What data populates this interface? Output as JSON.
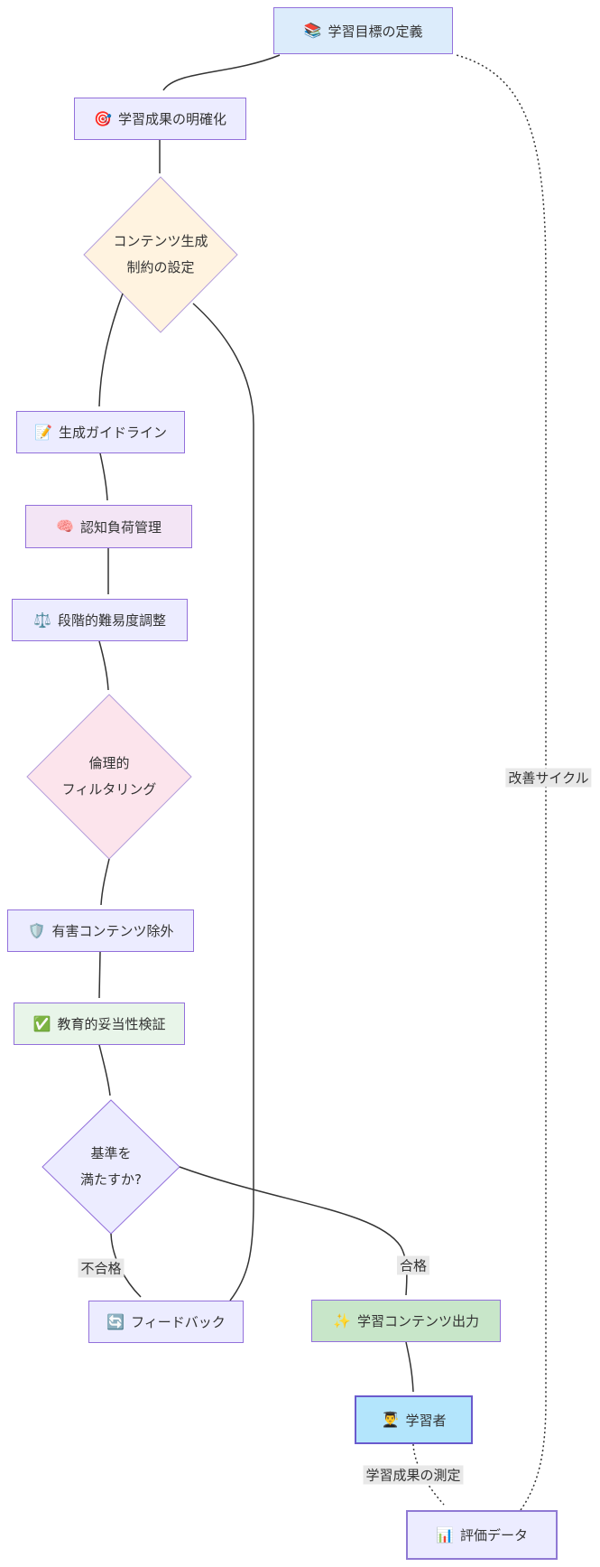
{
  "diagram": {
    "type": "flowchart",
    "direction": "top-down",
    "colors": {
      "edge": "#333333",
      "label_bg": "#e8e8e8",
      "default_fill": "#ececff",
      "default_stroke": "#9370db"
    },
    "nodes": {
      "define": {
        "icon": "📚",
        "label": "学習目標の定義",
        "fill": "#dcecfb",
        "stroke": "#9370db"
      },
      "clarify": {
        "icon": "🎯",
        "label": "学習成果の明確化",
        "fill": "#ececff",
        "stroke": "#9370db"
      },
      "constraint": {
        "line1": "コンテンツ生成",
        "line2": "制約の設定",
        "fill": "#fff3e0",
        "stroke": "#b39ddb"
      },
      "guideline": {
        "icon": "📝",
        "label": "生成ガイドライン",
        "fill": "#ececff",
        "stroke": "#9370db"
      },
      "cognitive": {
        "icon": "🧠",
        "label": "認知負荷管理",
        "fill": "#f3e5f5",
        "stroke": "#9370db"
      },
      "difficulty": {
        "icon": "⚖️",
        "label": "段階的難易度調整",
        "fill": "#ececff",
        "stroke": "#9370db"
      },
      "ethics": {
        "line1": "倫理的",
        "line2": "フィルタリング",
        "fill": "#fce4ec",
        "stroke": "#b39ddb"
      },
      "harmful": {
        "icon": "🛡️",
        "label": "有害コンテンツ除外",
        "fill": "#ececff",
        "stroke": "#9370db"
      },
      "validate": {
        "icon": "✅",
        "label": "教育的妥当性検証",
        "fill": "#e8f5e9",
        "stroke": "#9370db"
      },
      "criteria": {
        "line1": "基準を",
        "line2": "満たすか?",
        "fill": "#ececff",
        "stroke": "#9370db"
      },
      "feedback": {
        "icon": "🔄",
        "label": "フィードバック",
        "fill": "#ececff",
        "stroke": "#9370db"
      },
      "output": {
        "icon": "✨",
        "label": "学習コンテンツ出力",
        "fill": "#c8e6c9",
        "stroke": "#9370db"
      },
      "learner": {
        "icon": "👨‍🎓",
        "label": "学習者",
        "fill": "#b3e5fc",
        "stroke": "#6a5acd"
      },
      "evaldata": {
        "icon": "📊",
        "label": "評価データ",
        "fill": "#ececff",
        "stroke": "#8f79d4"
      }
    },
    "edge_labels": {
      "fail": "不合格",
      "pass": "合格",
      "measure": "学習成果の測定",
      "improve": "改善サイクル"
    }
  }
}
